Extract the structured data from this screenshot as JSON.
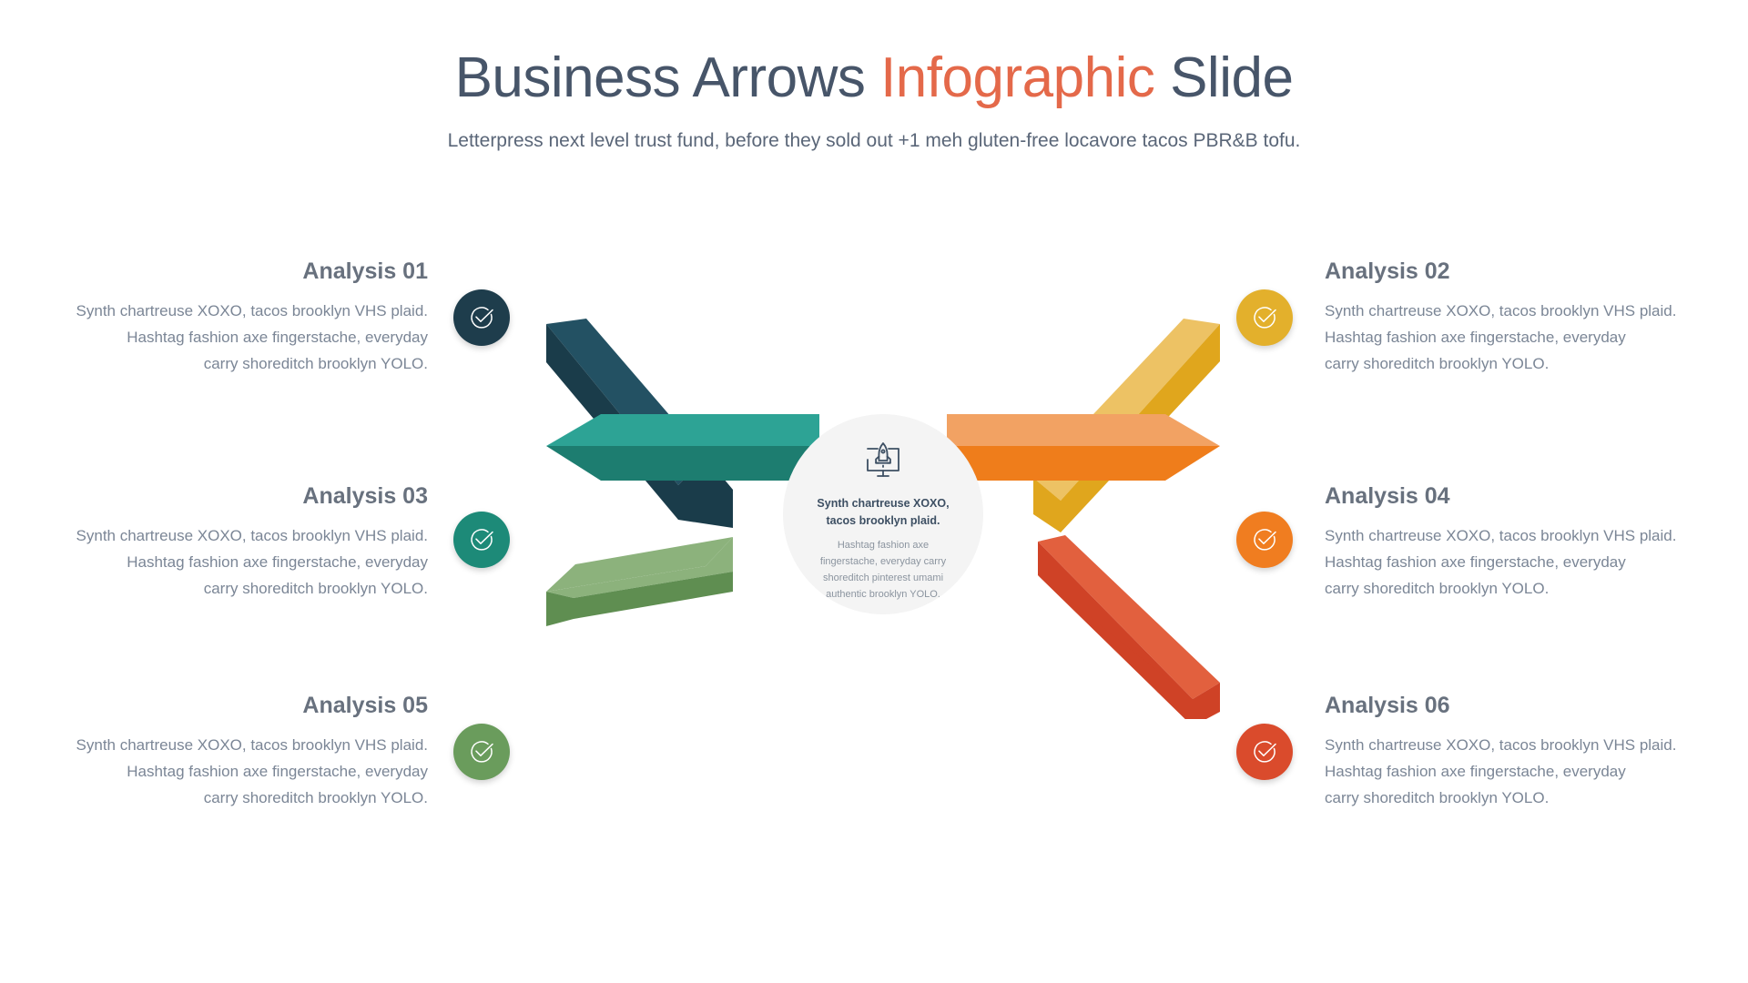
{
  "header": {
    "title_part1": "Business Arrows ",
    "title_accent": "Infographic",
    "title_part3": " Slide",
    "subtitle": "Letterpress next level trust fund, before they sold out +1 meh gluten-free locavore tacos PBR&B tofu.",
    "accent_color": "#e4694a",
    "title_color": "#475569"
  },
  "hub": {
    "icon": "rocket-monitor-icon",
    "title": "Synth chartreuse XOXO, tacos brooklyn plaid.",
    "body": "Hashtag fashion axe fingerstache, everyday carry shoreditch pinterest umami authentic brooklyn YOLO.",
    "background": "#f4f4f4"
  },
  "panels": [
    {
      "id": "analysis-01",
      "title": "Analysis 01",
      "line1": "Synth chartreuse XOXO, tacos brooklyn VHS plaid.",
      "line2": "Hashtag fashion axe fingerstache, everyday",
      "line3": "carry shoreditch brooklyn YOLO.",
      "badge_icon": "check-circle-icon",
      "color": "#1e3d4c",
      "side": "left"
    },
    {
      "id": "analysis-02",
      "title": "Analysis 02",
      "line1": "Synth chartreuse XOXO, tacos brooklyn VHS plaid.",
      "line2": "Hashtag fashion axe fingerstache, everyday",
      "line3": "carry shoreditch brooklyn YOLO.",
      "badge_icon": "check-circle-icon",
      "color": "#e3b02c",
      "side": "right"
    },
    {
      "id": "analysis-03",
      "title": "Analysis 03",
      "line1": "Synth chartreuse XOXO, tacos brooklyn VHS plaid.",
      "line2": "Hashtag fashion axe fingerstache, everyday",
      "line3": "carry shoreditch brooklyn YOLO.",
      "badge_icon": "check-circle-icon",
      "color": "#1d8a78",
      "side": "left"
    },
    {
      "id": "analysis-04",
      "title": "Analysis 04",
      "line1": "Synth chartreuse XOXO, tacos brooklyn VHS plaid.",
      "line2": "Hashtag fashion axe fingerstache, everyday",
      "line3": "carry shoreditch brooklyn YOLO.",
      "badge_icon": "check-circle-icon",
      "color": "#f07d20",
      "side": "right"
    },
    {
      "id": "analysis-05",
      "title": "Analysis 05",
      "line1": "Synth chartreuse XOXO, tacos brooklyn VHS plaid.",
      "line2": "Hashtag fashion axe fingerstache, everyday",
      "line3": "carry shoreditch brooklyn YOLO.",
      "badge_icon": "check-circle-icon",
      "color": "#6a9c5c",
      "side": "left"
    },
    {
      "id": "analysis-06",
      "title": "Analysis 06",
      "line1": "Synth chartreuse XOXO, tacos brooklyn VHS plaid.",
      "line2": "Hashtag fashion axe fingerstache, everyday",
      "line3": "carry shoreditch brooklyn YOLO.",
      "badge_icon": "check-circle-icon",
      "color": "#da4b2c",
      "side": "right"
    }
  ],
  "arrows": [
    {
      "id": "arrow-upper-left",
      "direction": "up-left",
      "top_face": "#235163",
      "bottom_face": "#1a3c4a"
    },
    {
      "id": "arrow-upper-right",
      "direction": "up-right",
      "top_face": "#edc264",
      "bottom_face": "#e0a61d"
    },
    {
      "id": "arrow-left",
      "direction": "left",
      "top_face": "#2da395",
      "bottom_face": "#1d7d70"
    },
    {
      "id": "arrow-right",
      "direction": "right",
      "top_face": "#f2a263",
      "bottom_face": "#ef7d1b"
    },
    {
      "id": "arrow-lower-left",
      "direction": "down-left",
      "top_face": "#8cb27c",
      "bottom_face": "#5f8e51"
    },
    {
      "id": "arrow-lower-right",
      "direction": "down-right",
      "top_face": "#e2603e",
      "bottom_face": "#cf4226"
    }
  ]
}
